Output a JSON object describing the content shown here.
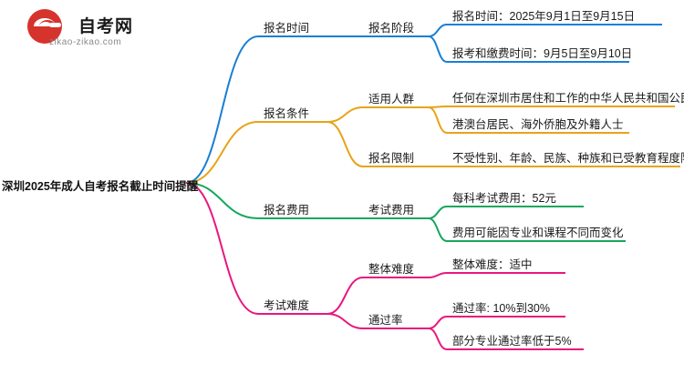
{
  "logo": {
    "brand_text": "自考网",
    "sub_text": "zikao-zikao.com",
    "mark_color": "#d6332c"
  },
  "root": {
    "label": "深圳2025年成人自考报名截止时间提醒"
  },
  "branches": [
    {
      "label": "报名时间",
      "color": "#1a7fd4",
      "children": [
        {
          "label": "报名阶段",
          "color": "#1a7fd4",
          "leaves": [
            {
              "label": "报名时间：2025年9月1日至9月15日"
            },
            {
              "label": "报考和缴费时间：9月5日至9月10日"
            }
          ]
        }
      ]
    },
    {
      "label": "报名条件",
      "color": "#e8a317",
      "children": [
        {
          "label": "适用人群",
          "color": "#e8a317",
          "leaves": [
            {
              "label": "任何在深圳市居住和工作的中华人民共和国公民"
            },
            {
              "label": "港澳台居民、海外侨胞及外籍人士"
            }
          ]
        },
        {
          "label": "报名限制",
          "color": "#e8a317",
          "leaves": [
            {
              "label": "不受性别、年龄、民族、种族和已受教育程度限制"
            }
          ]
        }
      ]
    },
    {
      "label": "报名费用",
      "color": "#16a75c",
      "children": [
        {
          "label": "考试费用",
          "color": "#16a75c",
          "leaves": [
            {
              "label": "每科考试费用：52元"
            },
            {
              "label": "费用可能因专业和课程不同而变化"
            }
          ]
        }
      ]
    },
    {
      "label": "考试难度",
      "color": "#e8177f",
      "children": [
        {
          "label": "整体难度",
          "color": "#e8177f",
          "leaves": [
            {
              "label": "整体难度：适中"
            }
          ]
        },
        {
          "label": "通过率",
          "color": "#e8177f",
          "leaves": [
            {
              "label": "通过率: 10%到30%"
            },
            {
              "label": "部分专业通过率低于5%"
            }
          ]
        }
      ]
    }
  ]
}
